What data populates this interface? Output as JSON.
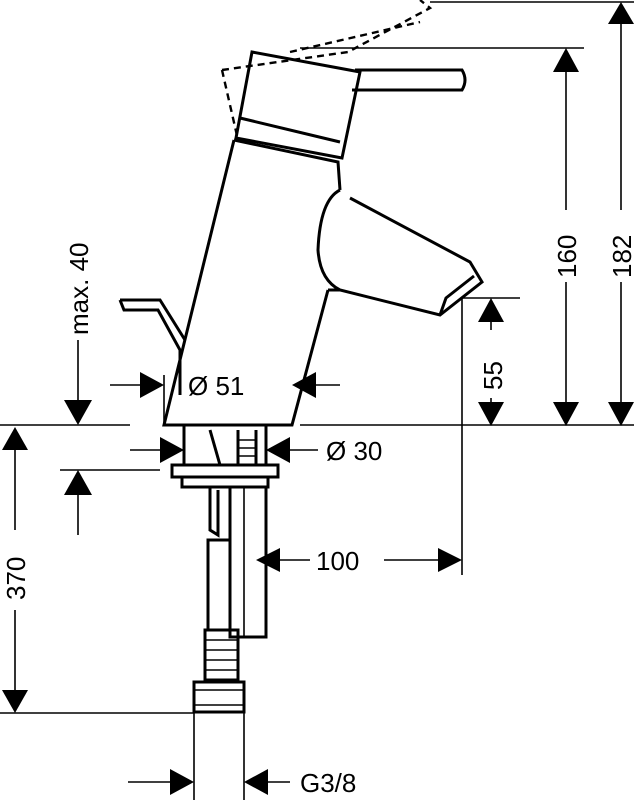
{
  "dimensions": {
    "max_deck": "max. 40",
    "body_diameter": "Ø 51",
    "shank_diameter": "Ø 30",
    "spout_height": "55",
    "height_160": "160",
    "height_182": "182",
    "hose_length": "370",
    "spout_reach": "100",
    "connection_thread": "G3/8"
  }
}
